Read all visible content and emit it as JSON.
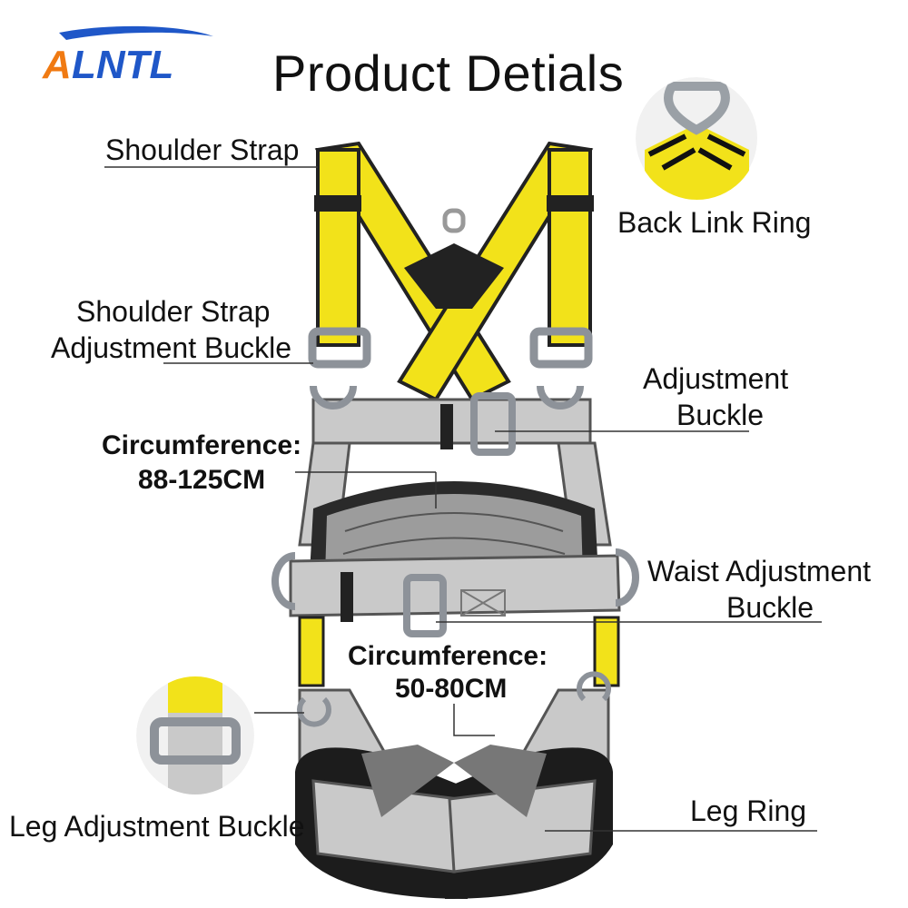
{
  "logo": {
    "text": "ALNTL",
    "colors": {
      "blue": "#1f57c8",
      "orange": "#f07a12"
    }
  },
  "title": "Product Detials",
  "labels": {
    "shoulder_strap": "Shoulder Strap",
    "back_link_ring": "Back Link Ring",
    "shoulder_adjust_line1": "Shoulder Strap",
    "shoulder_adjust_line2": "Adjustment Buckle",
    "adjustment_buckle_line1": "Adjustment",
    "adjustment_buckle_line2": "Buckle",
    "chest_circ_line1": "Circumference:",
    "chest_circ_line2": "88-125CM",
    "waist_adjust_line1": "Waist Adjustment",
    "waist_adjust_line2": "Buckle",
    "leg_circ_line1": "Circumference:",
    "leg_circ_line2": "50-80CM",
    "leg_adjust": "Leg Adjustment Buckle",
    "leg_ring": "Leg Ring"
  },
  "colors": {
    "yellow_strap": "#f2e21a",
    "grey_strap": "#c9c9c9",
    "black_pad": "#1a1a1a",
    "metal": "#9aa0a6"
  }
}
